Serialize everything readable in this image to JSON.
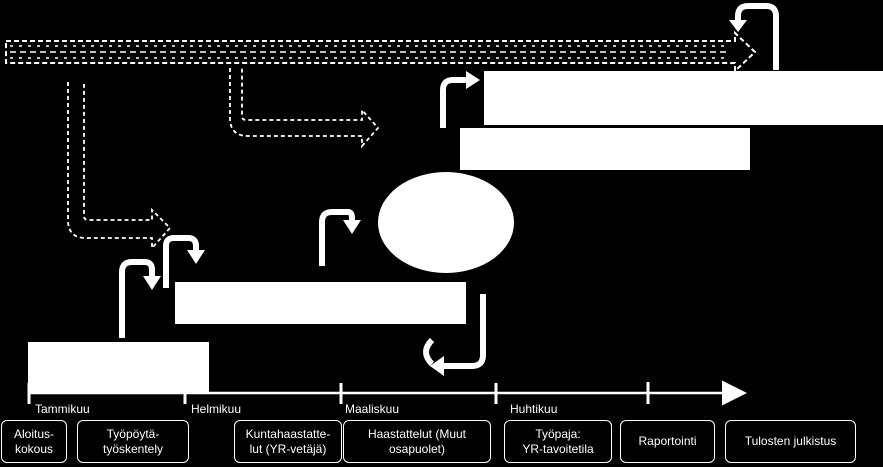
{
  "timeline": {
    "months": [
      "Tammikuu",
      "Helmikuu",
      "Maaliskuu",
      "Huhtikuu"
    ]
  },
  "steps": [
    "Aloitus-\nkokous",
    "Työpöytä-\ntyöskentely",
    "Kuntahaastatte-\nlut (YR-vetäjä)",
    "Haastattelut (Muut\nosapuolet)",
    "Työpaja:\nYR-tavoitetila",
    "Raportointi",
    "Tulosten julkistus"
  ],
  "colors": {
    "background": "#000000",
    "foreground": "#ffffff"
  }
}
